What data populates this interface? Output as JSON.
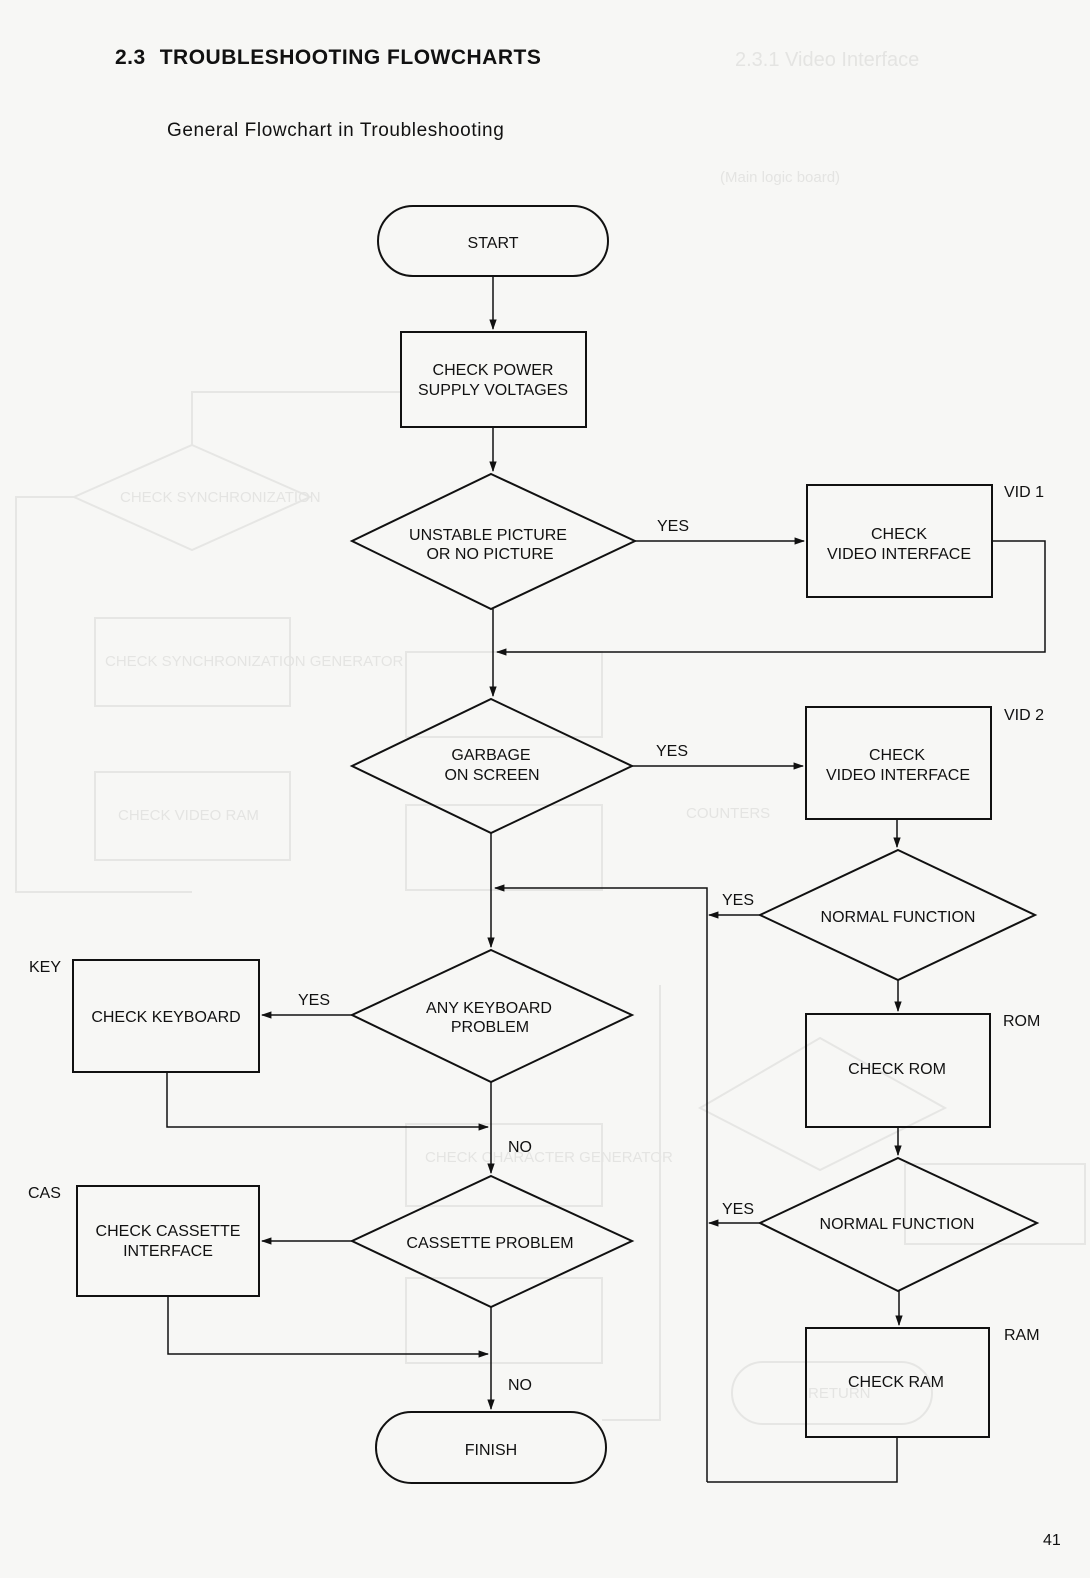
{
  "section": {
    "number": "2.3",
    "title": "TROUBLESHOOTING FLOWCHARTS"
  },
  "subtitle": "General Flowchart in Troubleshooting",
  "page_number": "41",
  "bleed_through": {
    "heading": "2.3.1 Video Interface",
    "sub": "(Main logic board)",
    "fragments": [
      "CHECK SYNCHRONIZATION",
      "CHECK SYNCHRONIZATION GENERATOR",
      "CHECK VIDEO RAM",
      "COUNTERS",
      "CHECK CHARACTER GENERATOR",
      "RETURN"
    ]
  },
  "flow": {
    "start": "START",
    "power_line1": "CHECK POWER",
    "power_line2": "SUPPLY VOLTAGES",
    "unstable_line1": "UNSTABLE PICTURE",
    "unstable_line2": "OR NO PICTURE",
    "garbage_line1": "GARBAGE",
    "garbage_line2": "ON SCREEN",
    "keyboard_q_line1": "ANY KEYBOARD",
    "keyboard_q_line2": "PROBLEM",
    "cassette_q": "CASSETTE PROBLEM",
    "finish": "FINISH",
    "vid1_line1": "CHECK",
    "vid1_line2": "VIDEO INTERFACE",
    "vid2_line1": "CHECK",
    "vid2_line2": "VIDEO INTERFACE",
    "normal1": "NORMAL FUNCTION",
    "check_rom": "CHECK ROM",
    "normal2": "NORMAL FUNCTION",
    "check_ram": "CHECK RAM",
    "check_keyboard": "CHECK KEYBOARD",
    "cassette_if_line1": "CHECK CASSETTE",
    "cassette_if_line2": "INTERFACE",
    "tag_vid1": "VID 1",
    "tag_vid2": "VID 2",
    "tag_rom": "ROM",
    "tag_ram": "RAM",
    "tag_key": "KEY",
    "tag_cas": "CAS",
    "yes": "YES",
    "no": "NO"
  }
}
